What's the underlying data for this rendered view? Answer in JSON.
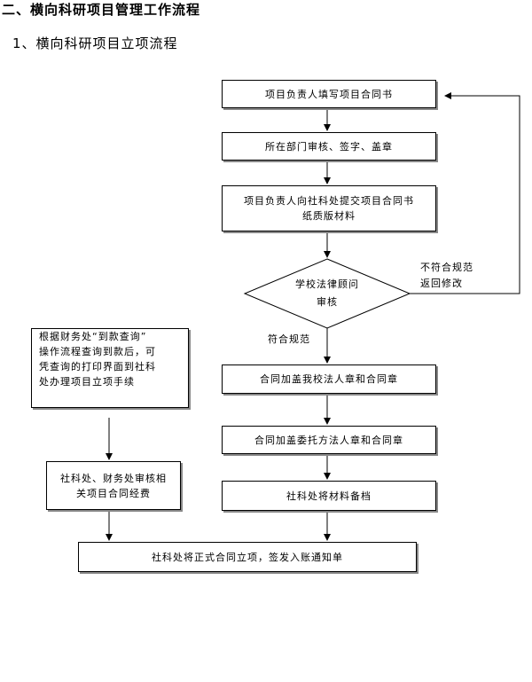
{
  "heading": "二、横向科研项目管理工作流程",
  "subheading": "1、横向科研项目立项流程",
  "boxes": {
    "fill_contract": "项目负责人填写项目合同书",
    "dept_review": "所在部门审核、签字、盖章",
    "submit_l1": "项目负责人向社科处提交项目合同书",
    "submit_l2": "纸质版材料",
    "legal_l1": "学校法律顾问",
    "legal_l2": "审核",
    "seal_school": "合同加盖我校法人章和合同章",
    "seal_client": "合同加盖委托方法人章和合同章",
    "archive": "社科处将材料备档",
    "finance_l1": "根据财务处“到款查询”",
    "finance_l2": "操作流程查询到款后，可",
    "finance_l3": "凭查询的打印界面到社科",
    "finance_l4": "处办理项目立项手续",
    "joint_l1": "社科处、财务处审核相",
    "joint_l2": "关项目合同经费",
    "final": "社科处将正式合同立项，签发入账通知单"
  },
  "labels": {
    "reject_l1": "不符合规范",
    "reject_l2": "返回修改",
    "pass": "符合规范"
  }
}
